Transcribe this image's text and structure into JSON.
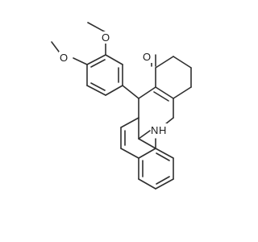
{
  "molecule": {
    "atoms": {
      "o_carbonyl": "O",
      "nh": "N",
      "nh_h": "H",
      "o_methoxy_upper": "O",
      "o_methoxy_lower": "O"
    }
  }
}
